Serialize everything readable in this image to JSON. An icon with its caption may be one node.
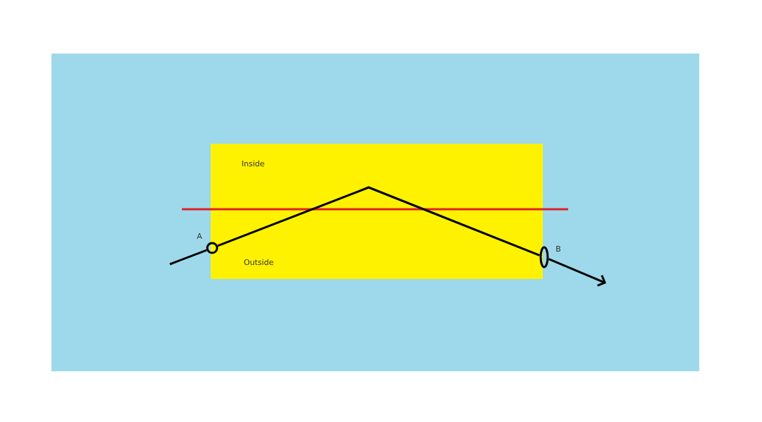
{
  "diagram": {
    "nodes": [
      {
        "text": [],
        "shape": "circle",
        "beside": [
          "A"
        ]
      },
      {
        "text": [],
        "shape": "circle",
        "beside": [
          "B"
        ]
      }
    ],
    "edges": [
      {
        "from": null,
        "to": 0,
        "arrow": "none"
      },
      {
        "from": 0,
        "to": 1,
        "arrow": "none"
      },
      {
        "from": 1,
        "to": null,
        "arrow": "to"
      }
    ],
    "labels": [
      "Inside",
      "Outside"
    ]
  }
}
